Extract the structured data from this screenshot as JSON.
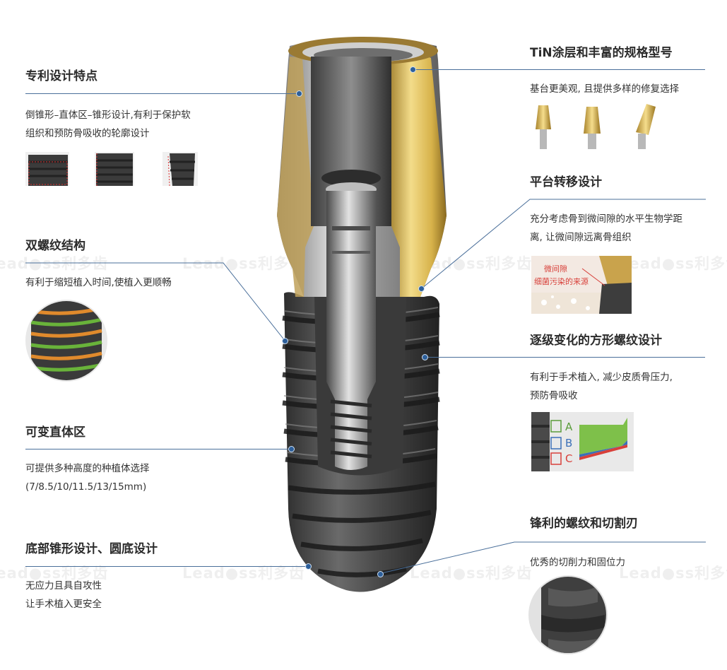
{
  "watermark": "Lead●ss利多齿",
  "left": [
    {
      "title": "专利设计特点",
      "lines": [
        "倒锥形–直体区–锥形设计,有利于保护软",
        "组织和预防骨吸收的轮廓设计"
      ]
    },
    {
      "title": "双螺纹结构",
      "lines": [
        "有利于缩短植入时间,使植入更顺畅"
      ]
    },
    {
      "title": "可变直体区",
      "lines": [
        "可提供多种高度的种植体选择",
        "(7/8.5/10/11.5/13/15mm)"
      ]
    },
    {
      "title": "底部锥形设计、圆底设计",
      "lines": [
        "无应力且具自攻性",
        "让手术植入更安全"
      ]
    }
  ],
  "right": [
    {
      "title": "TiN涂层和丰富的规格型号",
      "lines": [
        "基台更美观, 且提供多样的修复选择"
      ]
    },
    {
      "title": "平台转移设计",
      "lines": [
        "充分考虑骨到微间隙的水平生物学距",
        "离, 让微间隙远离骨组织"
      ]
    },
    {
      "title": "逐级变化的方形螺纹设计",
      "lines": [
        "有利于手术植入, 减少皮质骨压力,",
        "预防骨吸收"
      ]
    },
    {
      "title": "锋利的螺纹和切割刃",
      "lines": [
        "优秀的切削力和固位力"
      ]
    }
  ],
  "microgap": {
    "line1": "微间隙",
    "line2": "细菌污染的来源"
  },
  "thread_labels": [
    "A",
    "B",
    "C"
  ],
  "colors": {
    "accent_line": "#4a6f9a",
    "gold": "#d7b24a",
    "thread_green": "#69b33a",
    "thread_orange": "#e08a2c",
    "label_red": "#d8403a",
    "label_blue": "#3a6fb8",
    "label_green": "#5a9c3a"
  }
}
